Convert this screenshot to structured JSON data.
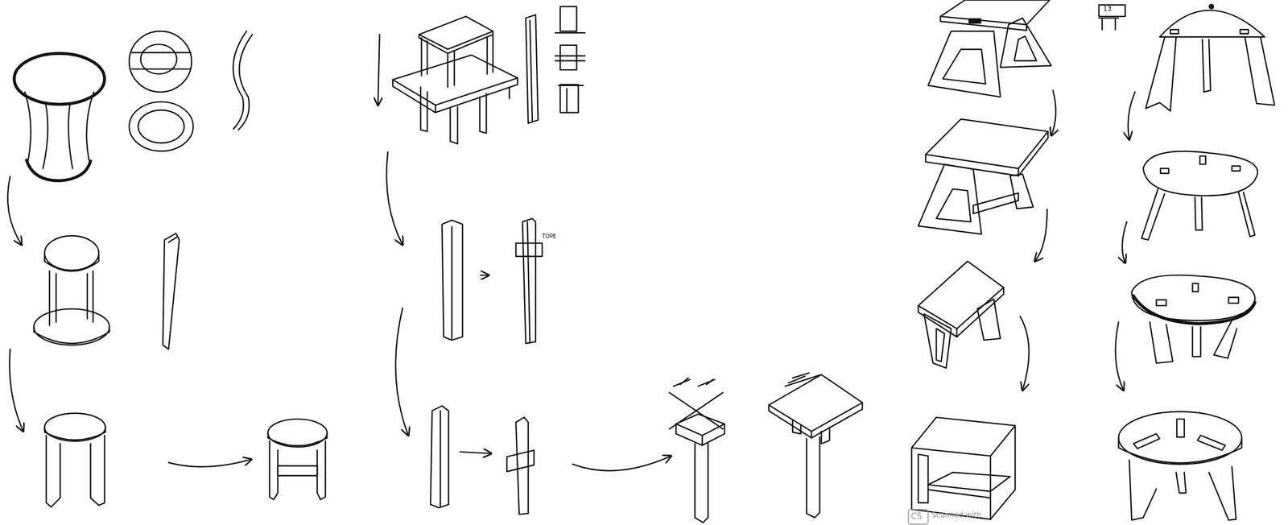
{
  "diagram": {
    "labels": [
      "TOPE",
      "13",
      "CS",
      "Scanned with"
    ]
  }
}
